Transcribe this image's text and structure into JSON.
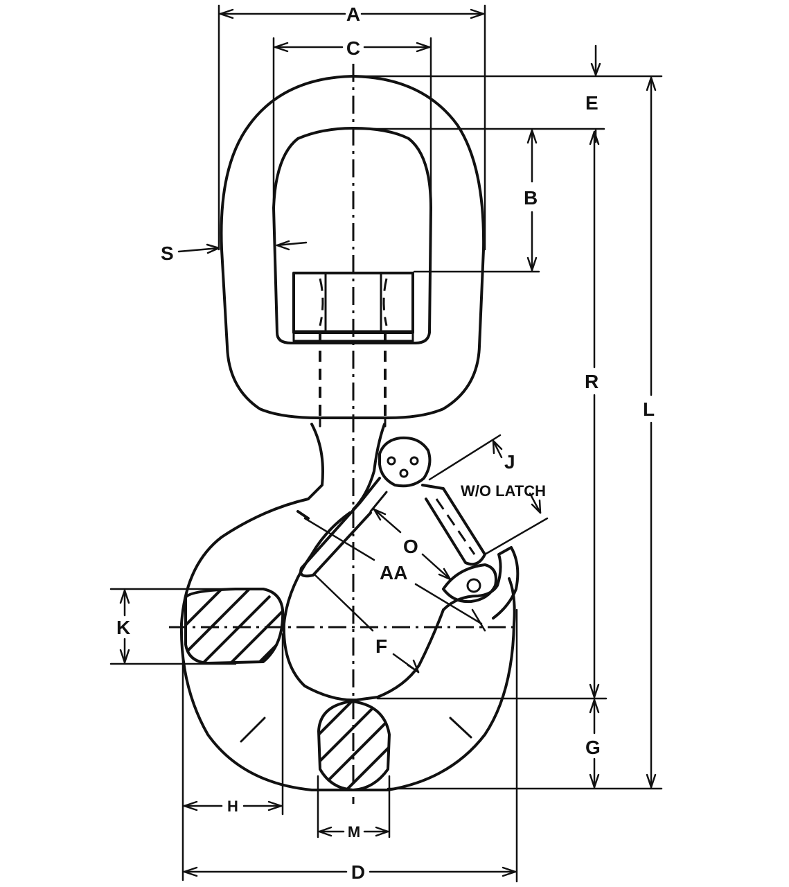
{
  "dimension_labels": {
    "A": "A",
    "C": "C",
    "E": "E",
    "B": "B",
    "S": "S",
    "R": "R",
    "L": "L",
    "J": "J",
    "latch_note": "W/O LATCH",
    "O": "O",
    "AA": "AA",
    "K": "K",
    "F": "F",
    "G": "G",
    "H": "H",
    "M": "M",
    "D": "D"
  }
}
